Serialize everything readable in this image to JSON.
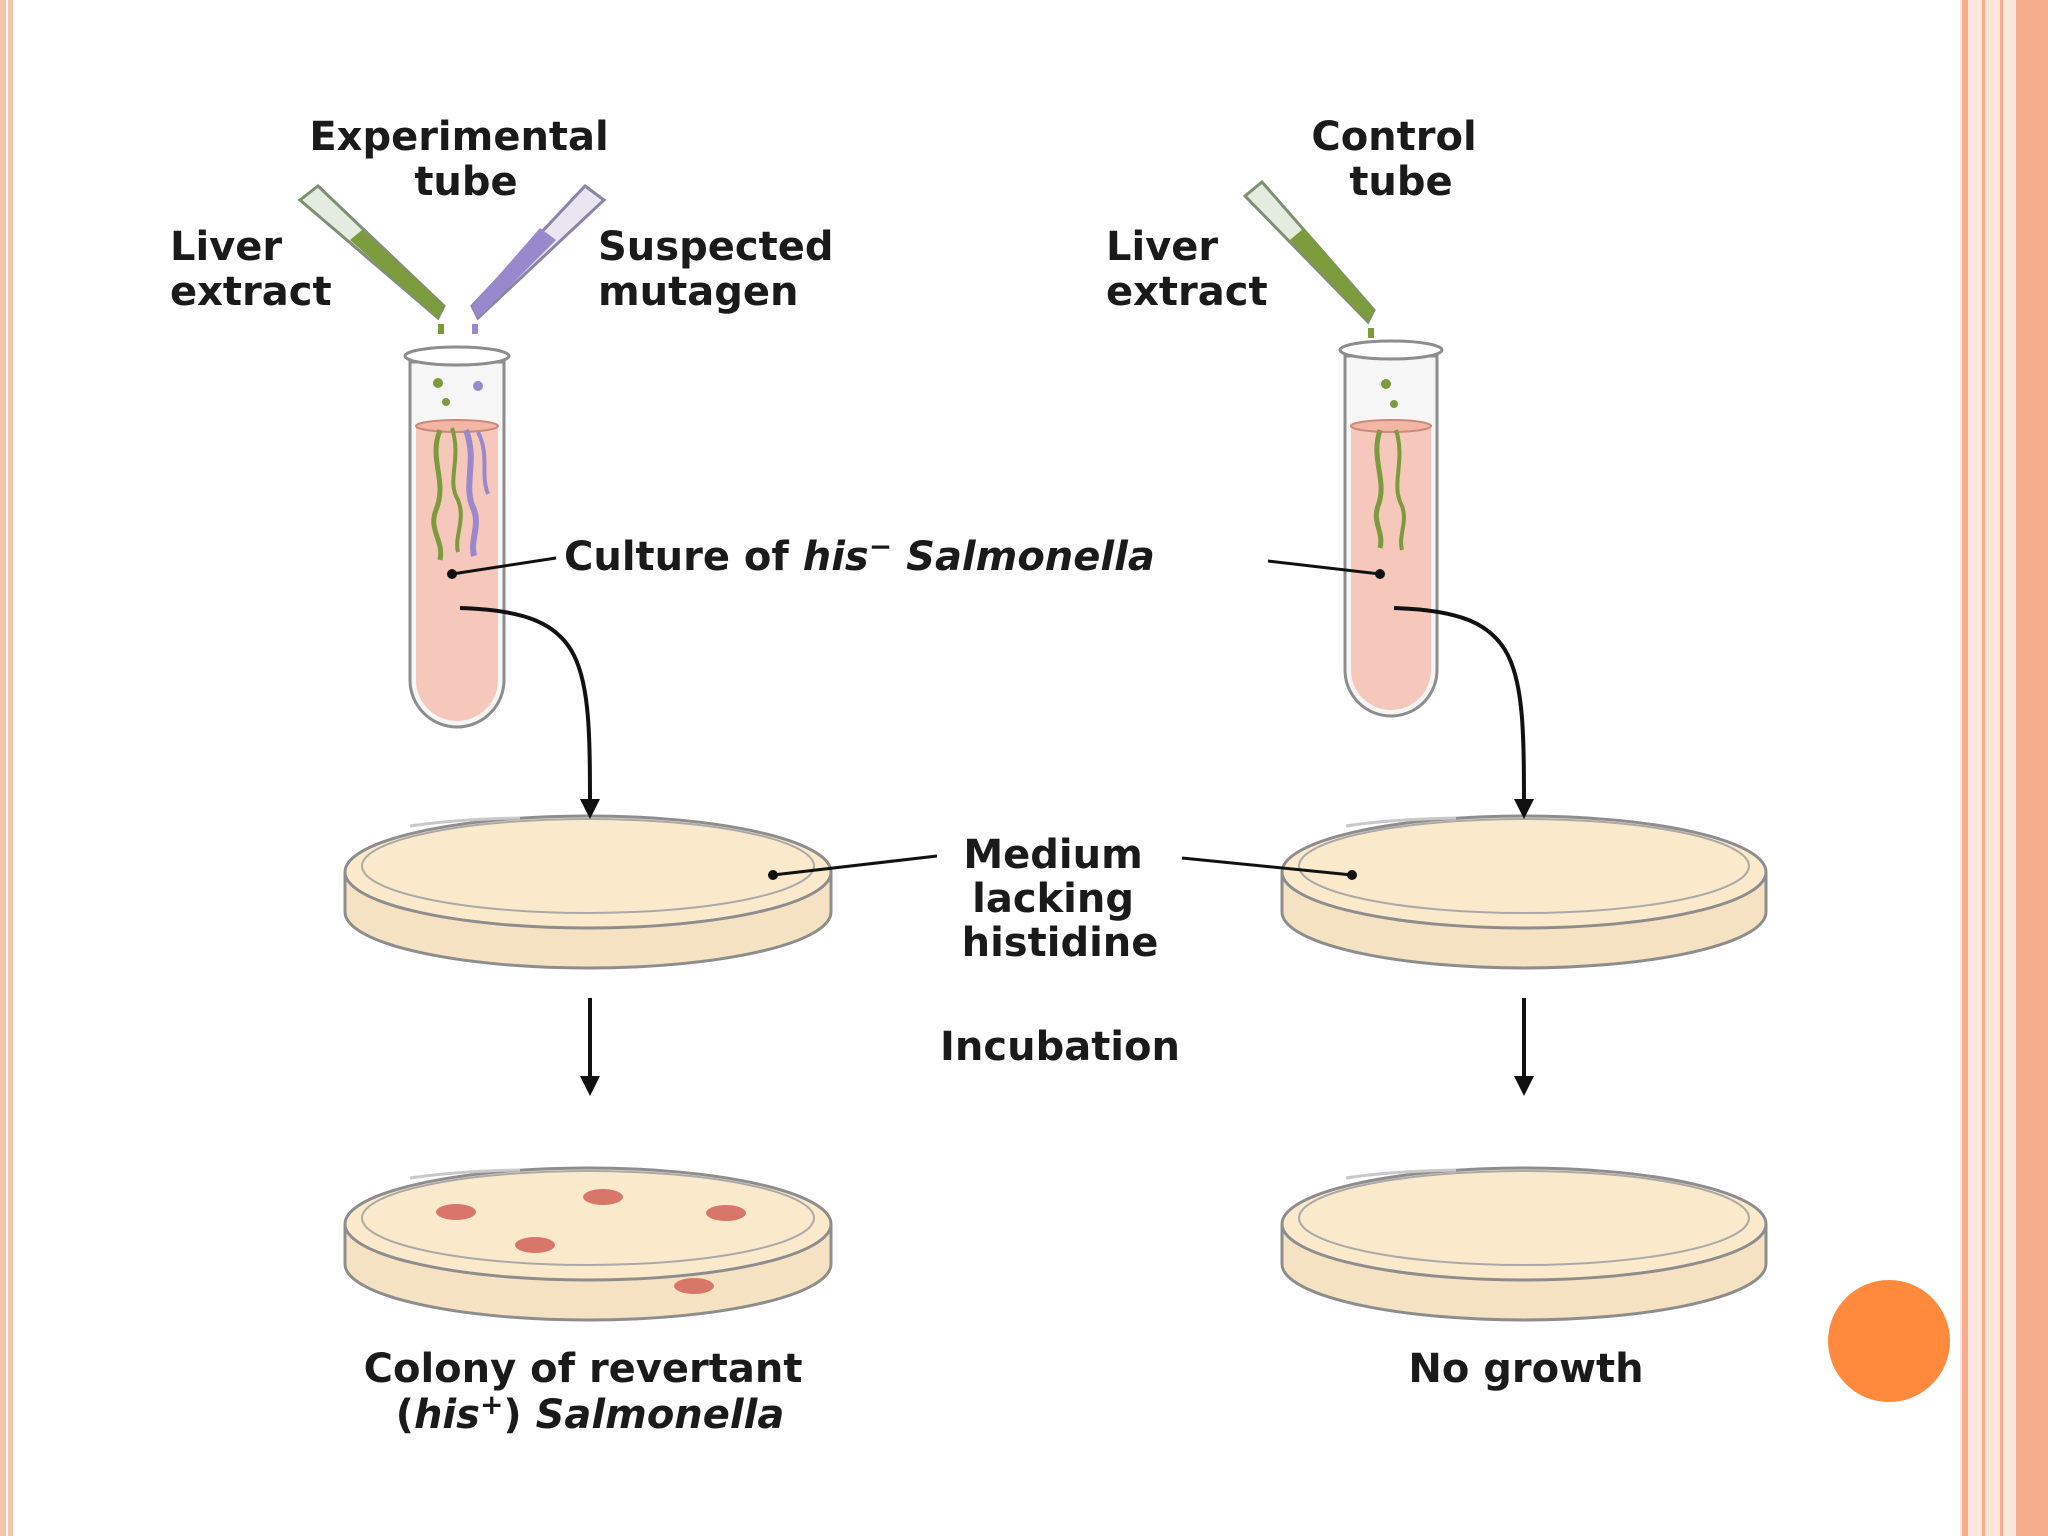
{
  "labels": {
    "experimental_tube_1": "Experimental",
    "experimental_tube_2": "tube",
    "liver_extract_left_1": "Liver",
    "liver_extract_left_2": "extract",
    "suspected_mutagen_1": "Suspected",
    "suspected_mutagen_2": "mutagen",
    "control_tube_1": "Control",
    "control_tube_2": "tube",
    "liver_extract_right_1": "Liver",
    "liver_extract_right_2": "extract",
    "culture_prefix": "Culture of ",
    "culture_gene": "his",
    "culture_superscript": "−",
    "culture_organism": " Salmonella",
    "medium_1": "Medium",
    "medium_2": "lacking",
    "medium_3": "histidine",
    "incubation": "Incubation",
    "colony_line1": "Colony of revertant",
    "colony_paren_open": "(",
    "colony_gene": "his",
    "colony_superscript": "+",
    "colony_paren_close": ") ",
    "colony_organism": "Salmonella",
    "no_growth": "No growth"
  },
  "colors": {
    "slide_accent_orange": "#ff8a3d",
    "border_salmon": "#f5ad8c",
    "culture_pink": "#f6c7bb",
    "medium_cream": "#fbe9cc",
    "liver_extract_green": "#7c9b3d",
    "mutagen_purple": "#9a88cc",
    "colony_red": "#d9766a"
  }
}
